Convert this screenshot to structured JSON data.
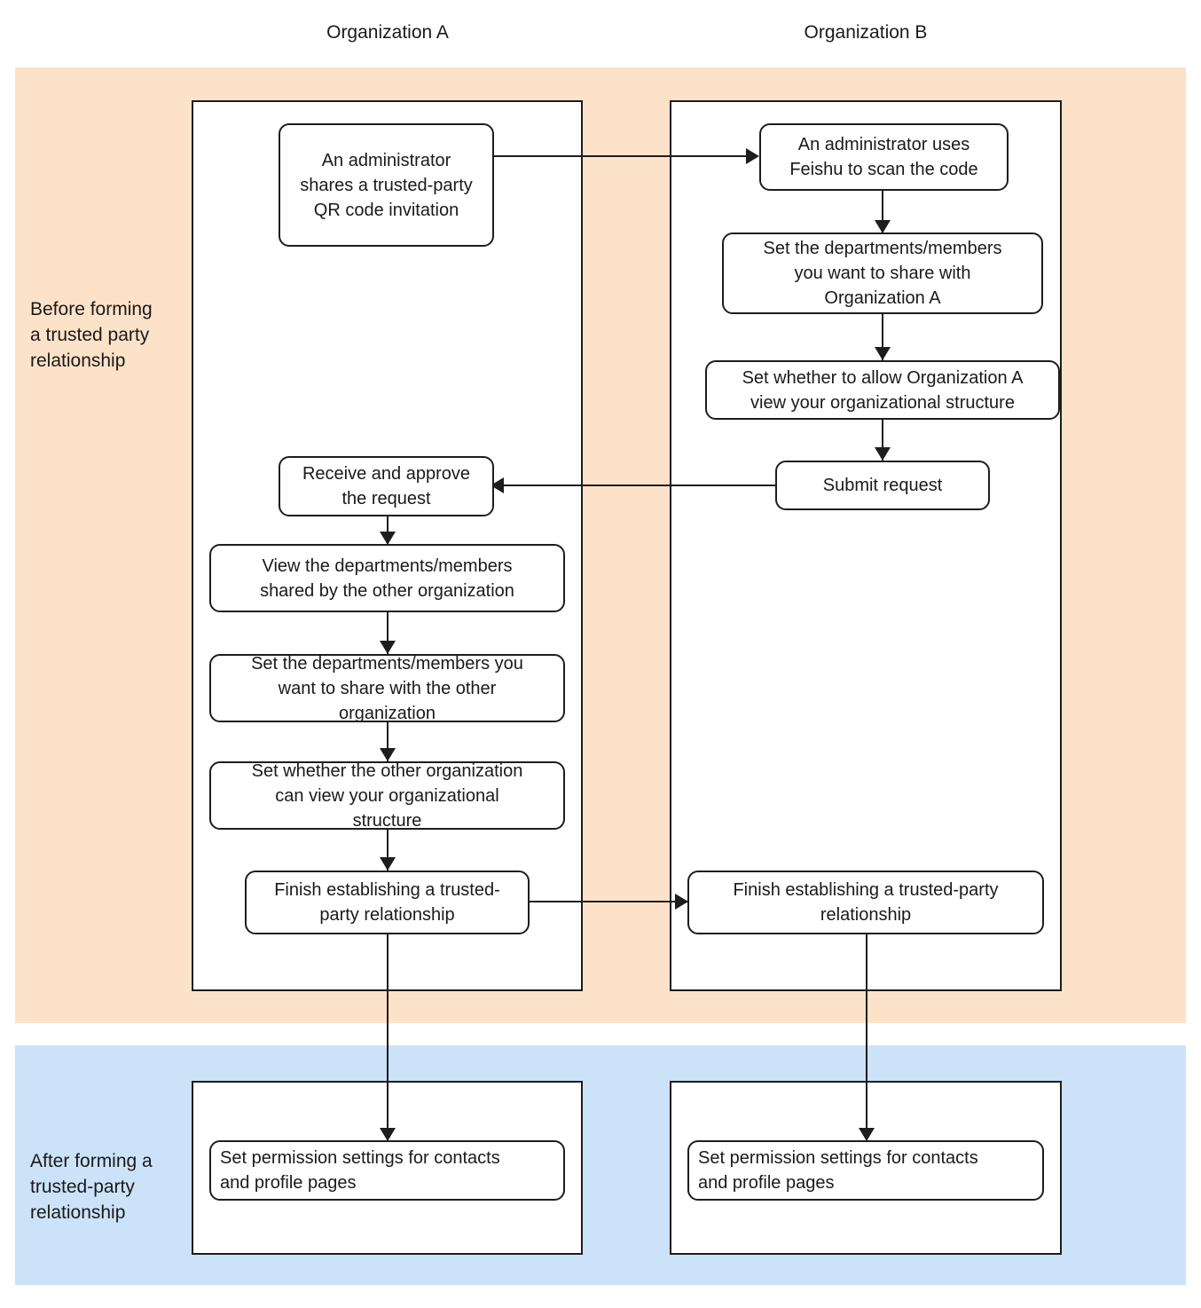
{
  "diagram": {
    "title": "Trusted-party relationship establishment flow",
    "type": "swimlane-flowchart",
    "colors": {
      "phase_before_background": "#fce2c8",
      "phase_after_background": "#cce2f8",
      "lane_background": "#ffffff",
      "stroke": "#1d1d1d",
      "text": "#1a1a1a"
    }
  },
  "columns": [
    {
      "id": "org-a",
      "label": "Organization A"
    },
    {
      "id": "org-b",
      "label": "Organization B"
    }
  ],
  "phases": [
    {
      "id": "before",
      "label": "Before forming\na trusted party\nrelationship"
    },
    {
      "id": "after",
      "label": "After forming a\ntrusted-party\nrelationship"
    }
  ],
  "nodes": {
    "a1": {
      "text": "An administrator\nshares a trusted-party\nQR code invitation",
      "column": "org-a",
      "phase": "before"
    },
    "a2": {
      "text": "Receive and approve\nthe request",
      "column": "org-a",
      "phase": "before"
    },
    "a3": {
      "text": "View the departments/members\nshared by the other organization",
      "column": "org-a",
      "phase": "before"
    },
    "a4": {
      "text": "Set the departments/members you\nwant to share with the other\norganization",
      "column": "org-a",
      "phase": "before"
    },
    "a5": {
      "text": "Set whether the other organization\ncan view your organizational\nstructure",
      "column": "org-a",
      "phase": "before"
    },
    "a6": {
      "text": "Finish establishing a trusted-\nparty relationship",
      "column": "org-a",
      "phase": "before"
    },
    "a7": {
      "text": "Set permission settings for contacts\nand profile pages",
      "column": "org-a",
      "phase": "after"
    },
    "b1": {
      "text": "An administrator uses\nFeishu to scan the code",
      "column": "org-b",
      "phase": "before"
    },
    "b2": {
      "text": "Set the departments/members\nyou want to share with\nOrganization A",
      "column": "org-b",
      "phase": "before"
    },
    "b3": {
      "text": "Set whether to allow Organization A\nview your organizational structure",
      "column": "org-b",
      "phase": "before"
    },
    "b4": {
      "text": "Submit request",
      "column": "org-b",
      "phase": "before"
    },
    "b5": {
      "text": "Finish establishing a trusted-party\nrelationship",
      "column": "org-b",
      "phase": "before"
    },
    "b6": {
      "text": "Set permission settings for contacts\nand profile pages",
      "column": "org-b",
      "phase": "after"
    }
  },
  "edges": [
    {
      "from": "a1",
      "to": "b1",
      "direction": "right"
    },
    {
      "from": "b1",
      "to": "b2",
      "direction": "down"
    },
    {
      "from": "b2",
      "to": "b3",
      "direction": "down"
    },
    {
      "from": "b3",
      "to": "b4",
      "direction": "down"
    },
    {
      "from": "b4",
      "to": "a2",
      "direction": "left"
    },
    {
      "from": "a2",
      "to": "a3",
      "direction": "down"
    },
    {
      "from": "a3",
      "to": "a4",
      "direction": "down"
    },
    {
      "from": "a4",
      "to": "a5",
      "direction": "down"
    },
    {
      "from": "a5",
      "to": "a6",
      "direction": "down"
    },
    {
      "from": "a6",
      "to": "b5",
      "direction": "right"
    },
    {
      "from": "a6",
      "to": "a7",
      "direction": "down"
    },
    {
      "from": "b5",
      "to": "b6",
      "direction": "down"
    }
  ]
}
